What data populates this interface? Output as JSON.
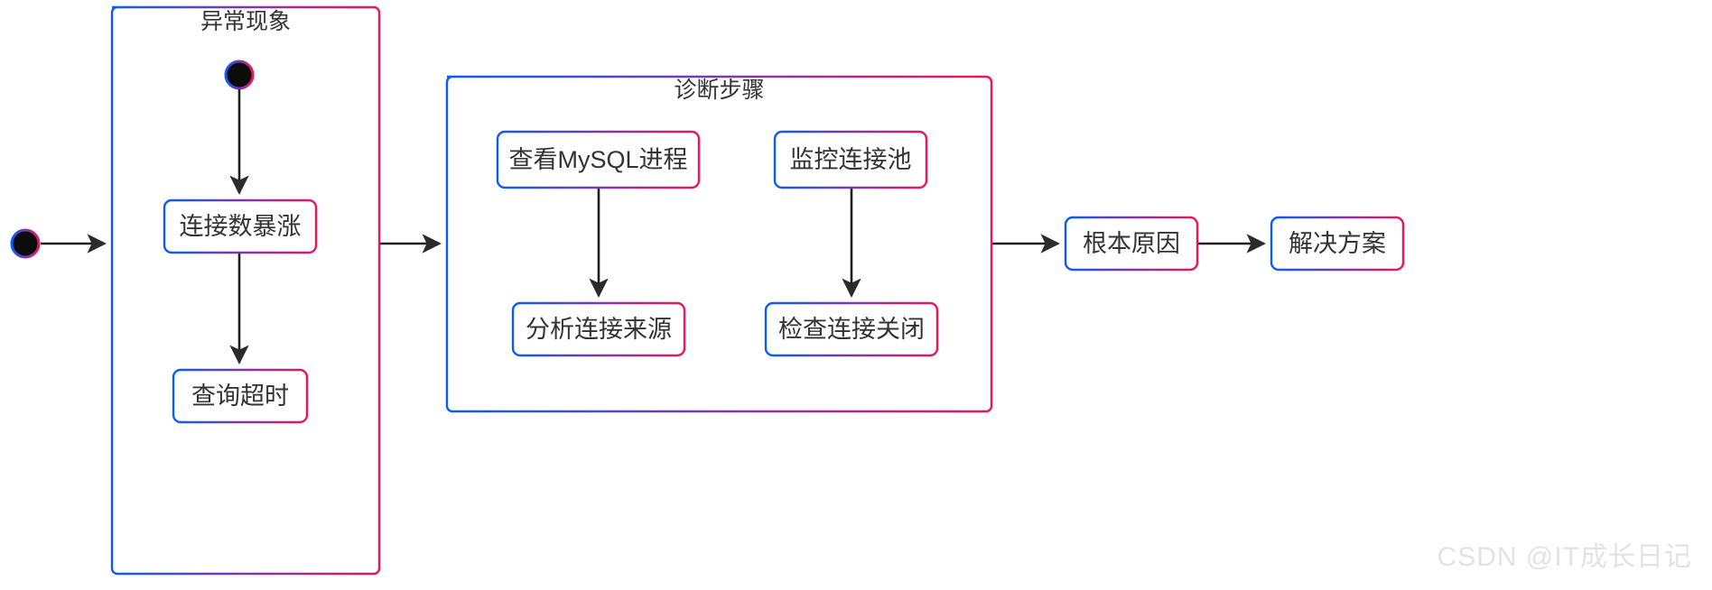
{
  "diagram": {
    "type": "flowchart",
    "title_watermark": "CSDN @IT成长日记",
    "palette": {
      "gradient_start": "#0b5cf6",
      "gradient_end": "#e8175d",
      "node_fill": "#ffffff",
      "text": "#333333",
      "edge": "#1f1f1f",
      "watermark": "#e3e3e6"
    },
    "groups": [
      {
        "id": "abnormal",
        "title": "异常现象"
      },
      {
        "id": "diagnose",
        "title": "诊断步骤"
      }
    ],
    "nodes": [
      {
        "id": "start-outer",
        "type": "start-circle",
        "label": ""
      },
      {
        "id": "start-inner",
        "type": "start-circle",
        "label": ""
      },
      {
        "id": "n1",
        "type": "box",
        "label": "连接数暴涨"
      },
      {
        "id": "n2",
        "type": "box",
        "label": "查询超时"
      },
      {
        "id": "n3",
        "type": "box",
        "label": "查看MySQL进程"
      },
      {
        "id": "n4",
        "type": "box",
        "label": "监控连接池"
      },
      {
        "id": "n5",
        "type": "box",
        "label": "分析连接来源"
      },
      {
        "id": "n6",
        "type": "box",
        "label": "检查连接关闭"
      },
      {
        "id": "n7",
        "type": "box",
        "label": "根本原因"
      },
      {
        "id": "n8",
        "type": "box",
        "label": "解决方案"
      }
    ],
    "edges": [
      {
        "from": "start-outer",
        "to": "abnormal",
        "label": ""
      },
      {
        "from": "start-inner",
        "to": "n1",
        "label": ""
      },
      {
        "from": "n1",
        "to": "n2",
        "label": ""
      },
      {
        "from": "abnormal",
        "to": "diagnose",
        "label": ""
      },
      {
        "from": "n3",
        "to": "n5",
        "label": ""
      },
      {
        "from": "n4",
        "to": "n6",
        "label": ""
      },
      {
        "from": "diagnose",
        "to": "n7",
        "label": ""
      },
      {
        "from": "n7",
        "to": "n8",
        "label": ""
      }
    ]
  }
}
